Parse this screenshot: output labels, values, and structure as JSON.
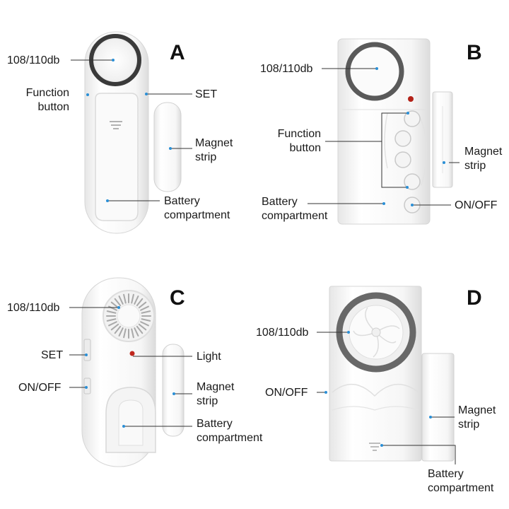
{
  "panels": {
    "a": {
      "letter": "A",
      "decibel": "108/110db",
      "function_l1": "Function",
      "function_l2": "button",
      "set": "SET",
      "magnet_l1": "Magnet",
      "magnet_l2": "strip",
      "battery_l1": "Battery",
      "battery_l2": "compartment"
    },
    "b": {
      "letter": "B",
      "decibel": "108/110db",
      "function_l1": "Function",
      "function_l2": "button",
      "magnet_l1": "Magnet",
      "magnet_l2": "strip",
      "battery_l1": "Battery",
      "battery_l2": "compartment",
      "onoff": "ON/OFF"
    },
    "c": {
      "letter": "C",
      "decibel": "108/110db",
      "set": "SET",
      "onoff": "ON/OFF",
      "light": "Light",
      "magnet_l1": "Magnet",
      "magnet_l2": "strip",
      "battery_l1": "Battery",
      "battery_l2": "compartment"
    },
    "d": {
      "letter": "D",
      "decibel": "108/110db",
      "onoff": "ON/OFF",
      "magnet_l1": "Magnet",
      "magnet_l2": "strip",
      "battery_l1": "Battery",
      "battery_l2": "compartment"
    }
  },
  "colors": {
    "device_body": "#f7f7f7",
    "device_outline": "#d9d9d9",
    "speaker_ring": "#6e6e6e",
    "leader_line": "#333333",
    "dot": "#2a8fd6",
    "light": "#c0281e"
  }
}
